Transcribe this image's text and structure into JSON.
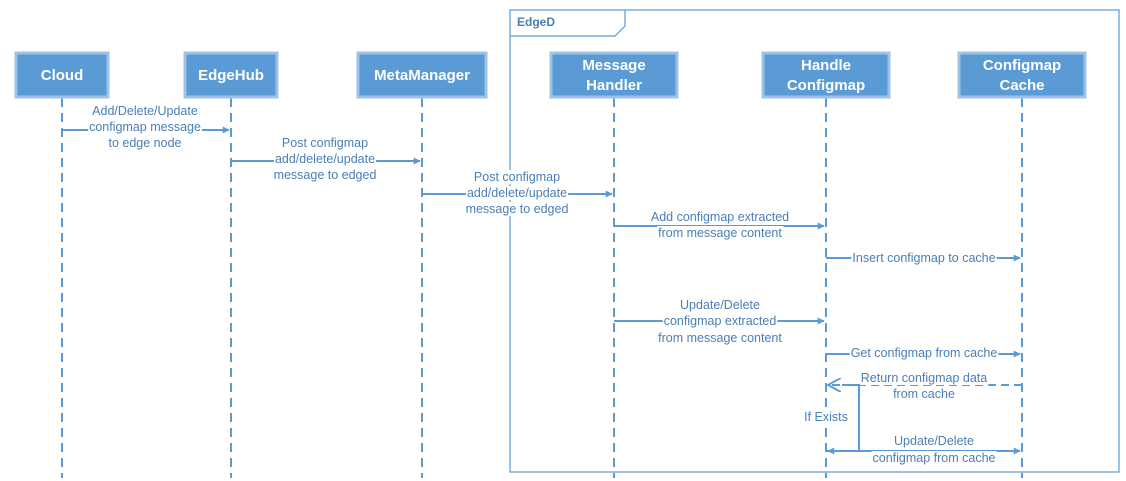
{
  "frame": {
    "title": "EdgeD"
  },
  "actors": [
    {
      "id": "cloud",
      "lines": [
        "Cloud"
      ]
    },
    {
      "id": "edgehub",
      "lines": [
        "EdgeHub"
      ]
    },
    {
      "id": "metamanager",
      "lines": [
        "MetaManager"
      ]
    },
    {
      "id": "message-handler",
      "lines": [
        "Message",
        "Handler"
      ]
    },
    {
      "id": "handle-configmap",
      "lines": [
        "Handle",
        "Configmap"
      ]
    },
    {
      "id": "configmap-cache",
      "lines": [
        "Configmap",
        "Cache"
      ]
    }
  ],
  "messages": [
    {
      "from": "cloud",
      "to": "edgehub",
      "lines": [
        "Add/Delete/Update",
        "configmap message",
        "to edge node"
      ]
    },
    {
      "from": "edgehub",
      "to": "metamanager",
      "lines": [
        "Post configmap",
        "add/delete/update",
        "message to edged"
      ]
    },
    {
      "from": "metamanager",
      "to": "message-handler",
      "lines": [
        "Post configmap",
        "add/delete/update",
        "message to edged"
      ]
    },
    {
      "from": "message-handler",
      "to": "handle-configmap",
      "lines": [
        "Add configmap extracted",
        "from message content"
      ]
    },
    {
      "from": "handle-configmap",
      "to": "configmap-cache",
      "lines": [
        "Insert configmap to cache"
      ]
    },
    {
      "from": "message-handler",
      "to": "handle-configmap",
      "lines": [
        "Update/Delete",
        "configmap extracted",
        "from message content"
      ]
    },
    {
      "from": "handle-configmap",
      "to": "configmap-cache",
      "lines": [
        "Get configmap from cache"
      ]
    },
    {
      "from": "configmap-cache",
      "to": "handle-configmap",
      "style": "return",
      "lines": [
        "Return configmap data",
        "from cache"
      ]
    },
    {
      "from": "handle-configmap",
      "to": "configmap-cache",
      "lines": [
        "Update/Delete",
        "configmap from cache"
      ]
    }
  ],
  "condition": {
    "label": "If Exists"
  },
  "colors": {
    "actor_fill": "#5b9bd5",
    "actor_border": "#9dc3e6",
    "line": "#5b9bd5",
    "text": "#4a7fb5"
  }
}
